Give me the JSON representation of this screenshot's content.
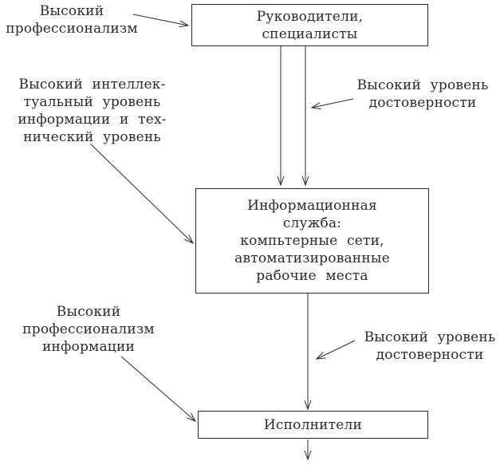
{
  "diagram": {
    "boxes": {
      "managers": {
        "lines": [
          "Руководители,",
          "специалисты"
        ]
      },
      "info_service": {
        "lines": [
          "Информационная",
          "служба:",
          "компьтерные сети,",
          "автоматизированные",
          "рабочие места"
        ]
      },
      "executors": {
        "lines": [
          "Исполнители"
        ]
      }
    },
    "labels": {
      "high_professionalism": {
        "lines": [
          "Высокий",
          "профессионализм"
        ]
      },
      "high_intellectual": {
        "lines": [
          "Высокий интеллек-",
          "туальный уровень",
          "информации и тех-",
          "нический уровень"
        ]
      },
      "high_reliability_top": {
        "lines": [
          "Высокий уровень",
          "достоверности"
        ]
      },
      "high_professionalism_info": {
        "lines": [
          "Высокий",
          "профессионализм",
          "информации"
        ]
      },
      "high_reliability_bottom": {
        "lines": [
          "Высокий уровень",
          "достоверности"
        ]
      }
    },
    "colors": {
      "line": "#2b2b2b",
      "text": "#2b2b2b",
      "background": "#ffffff"
    }
  }
}
